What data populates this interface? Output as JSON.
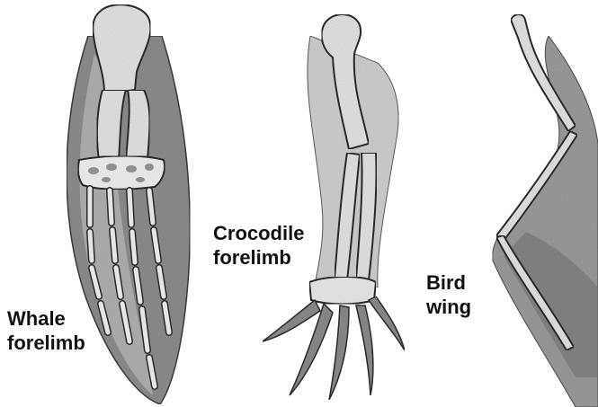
{
  "labels": {
    "whale": {
      "line1": "Whale",
      "line2": "forelimb"
    },
    "crocodile": {
      "line1": "Crocodile",
      "line2": "forelimb"
    },
    "bird": {
      "line1": "Bird",
      "line2": "wing"
    }
  },
  "colors": {
    "bone_fill": "#e2e2e2",
    "bone_stroke": "#2a2a2a",
    "flesh_fill": "#8c8c8c",
    "flesh_light": "#c4c4c4",
    "text": "#111111"
  }
}
